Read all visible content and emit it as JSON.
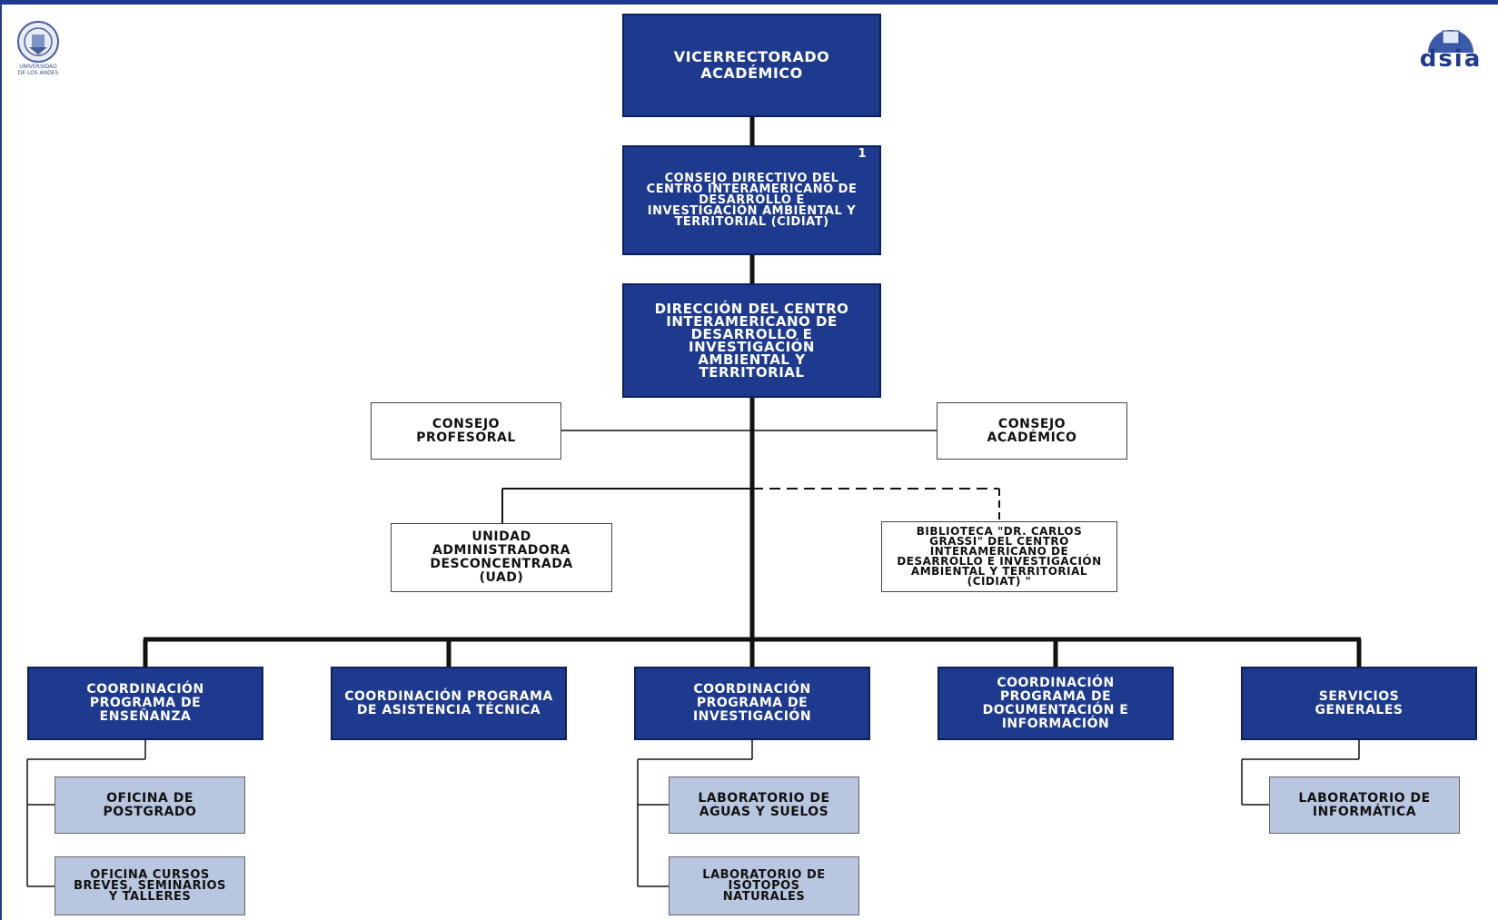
{
  "logos": {
    "left_caption_1": "UNIVERSIDAD",
    "left_caption_2": "DE LOS ANDES",
    "right_text": "dsia"
  },
  "boxes": {
    "vicerrectorado": "VICERRECTORADO ACADÉMICO",
    "consejo_directivo": "CONSEJO DIRECTIVO DEL CENTRO INTERAMERICANO DE DESARROLLO E INVESTIGACIÓN AMBIENTAL Y TERRITORIAL (CIDIAT)",
    "consejo_directivo_note": "1",
    "direccion": "DIRECCIÓN DEL CENTRO INTERAMERICANO DE DESARROLLO E INVESTIGACIÓN AMBIENTAL Y TERRITORIAL",
    "consejo_profesoral": "CONSEJO PROFESORAL",
    "consejo_academico": "CONSEJO ACADÉMICO",
    "uad": "UNIDAD ADMINISTRADORA DESCONCENTRADA (UAD)",
    "biblioteca": "BIBLIOTECA \"DR. CARLOS GRASSI\" DEL CENTRO INTERAMERICANO DE DESARROLLO E INVESTIGACIÓN AMBIENTAL Y TERRITORIAL (CIDIAT) \"",
    "coord_ensenanza": "COORDINACIÓN PROGRAMA DE ENSEÑANZA",
    "coord_asistencia": "COORDINACIÓN PROGRAMA DE ASISTENCIA TÉCNICA",
    "coord_investigacion": "COORDINACIÓN PROGRAMA DE INVESTIGACIÓN",
    "coord_documentacion": "COORDINACIÓN PROGRAMA DE DOCUMENTACIÓN E INFORMACIÓN",
    "servicios_generales": "SERVICIOS GENERALES",
    "oficina_postgrado": "OFICINA DE POSTGRADO",
    "oficina_cursos": "OFICINA CURSOS BREVES, SEMINARIOS Y TALLERES",
    "lab_aguas": "LABORATORIO DE AGUAS Y SUELOS",
    "lab_isotopos": "LABORATORIO DE ISÓTOPOS NATURALES",
    "lab_informatica": "LABORATORIO DE INFORMÁTICA"
  },
  "colors": {
    "primary_box": "#1d3a8e",
    "secondary_box": "#b9c6df",
    "frame": "#1f3b8f"
  }
}
